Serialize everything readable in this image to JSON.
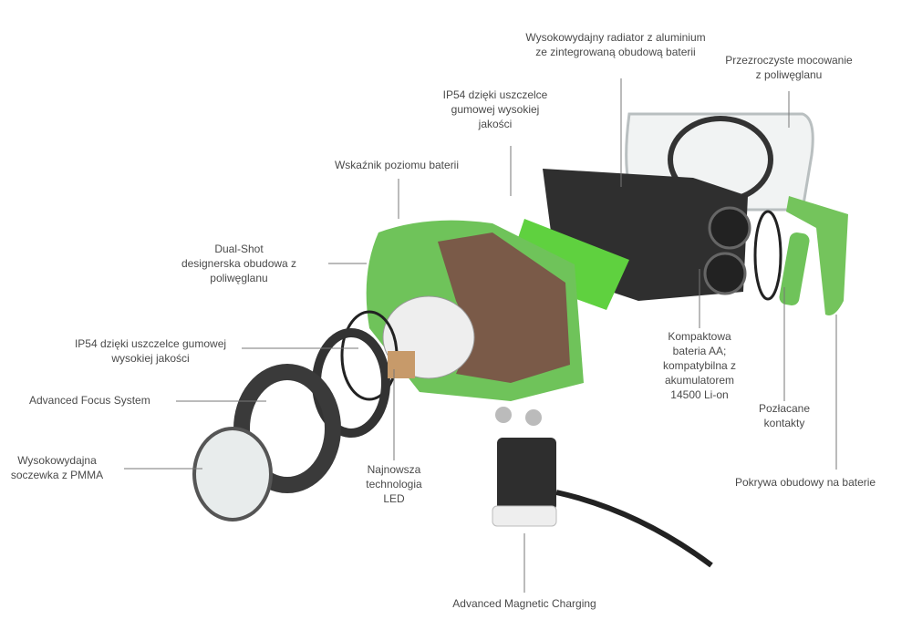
{
  "labels": {
    "radiator": [
      "Wysokowydajny radiator z aluminium",
      "ze zintegrowaną obudową baterii"
    ],
    "mount": [
      "Przezroczyste mocowanie",
      "z poliwęglanu"
    ],
    "ip54_top": [
      "IP54 dzięki uszczelce",
      "gumowej wysokiej",
      "jakości"
    ],
    "battery_indicator": [
      "Wskaźnik poziomu baterii"
    ],
    "dual_shot": [
      "Dual-Shot",
      "designerska obudowa z",
      "poliwęglanu"
    ],
    "ip54_left": [
      "IP54 dzięki uszczelce gumowej",
      "wysokiej jakości"
    ],
    "focus": [
      "Advanced Focus System"
    ],
    "lens": [
      "Wysokowydajna",
      "soczewka z PMMA"
    ],
    "led": [
      "Najnowsza",
      "technologia",
      "LED"
    ],
    "battery": [
      "Kompaktowa",
      "bateria AA;",
      "kompatybilna z",
      "akumulatorem",
      "14500 Li-on"
    ],
    "contacts": [
      "Pozłacane",
      "kontakty"
    ],
    "cover": [
      "Pokrywa obudowy na baterie"
    ],
    "charging": [
      "Advanced Magnetic Charging"
    ]
  },
  "colors": {
    "green": "#6fc35a",
    "brown": "#7a5a48",
    "dark": "#2e2e2e",
    "text": "#4a4a4a"
  }
}
